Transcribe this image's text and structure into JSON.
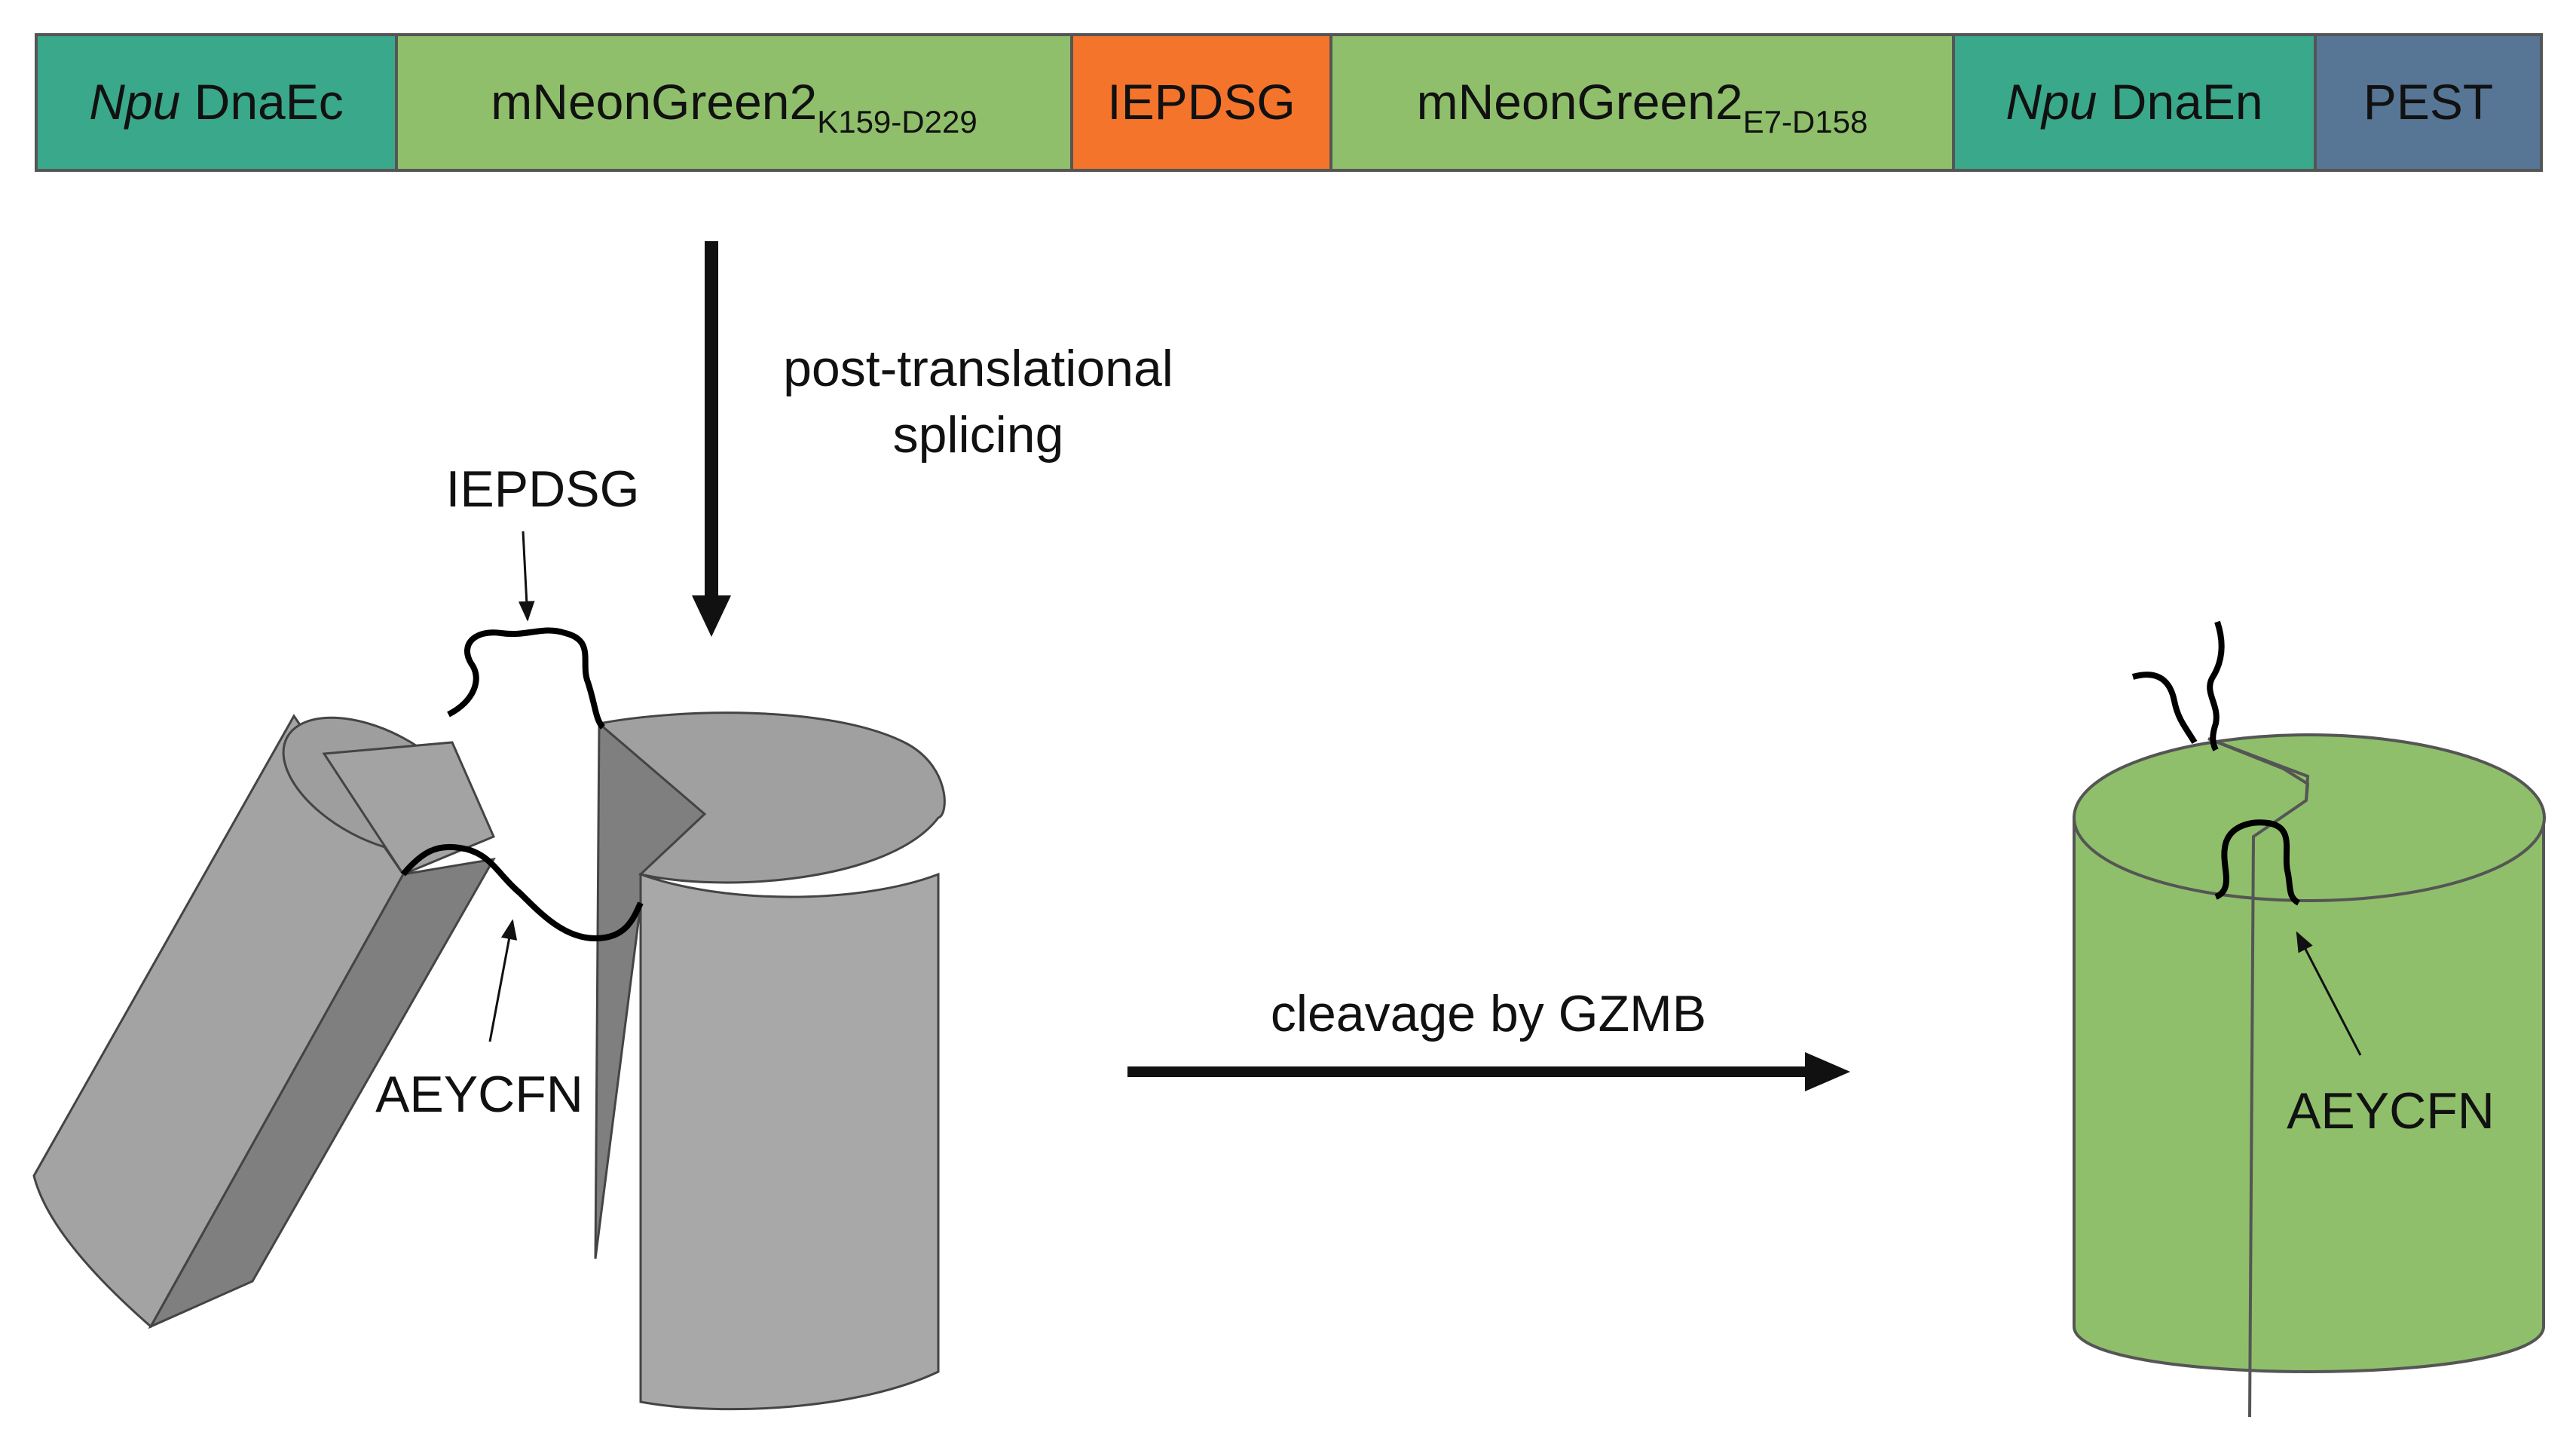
{
  "construct": {
    "segments": [
      {
        "id": "npu-dnaec",
        "prefix": "Npu",
        "text": "DnaEc",
        "sub": "",
        "color": "#3aa88a"
      },
      {
        "id": "mneongreen2-k159-d229",
        "prefix": "",
        "text": "mNeonGreen2",
        "sub": "K159-D229",
        "color": "#8fbf6b"
      },
      {
        "id": "iepdsg",
        "prefix": "",
        "text": "IEPDSG",
        "sub": "",
        "color": "#f4742c"
      },
      {
        "id": "mneongreen2-e7-d158",
        "prefix": "",
        "text": "mNeonGreen2",
        "sub": "E7-D158",
        "color": "#8fbf6b"
      },
      {
        "id": "npu-dnaen",
        "prefix": "Npu",
        "text": "DnaEn",
        "sub": "",
        "color": "#3aa88a"
      },
      {
        "id": "pest",
        "prefix": "",
        "text": "PEST",
        "sub": "",
        "color": "#577696"
      }
    ]
  },
  "labels": {
    "splicing_line1": "post-translational",
    "splicing_line2": "splicing",
    "linker_top": "IEPDSG",
    "linker_left": "AEYCFN",
    "cleavage": "cleavage by GZMB",
    "linker_right": "AEYCFN"
  },
  "colors": {
    "gray_light": "#a8a8a8",
    "gray_mid": "#9a9a9a",
    "gray_dark": "#7f7f7f",
    "green": "#8fbf6b",
    "outline": "#555555"
  }
}
